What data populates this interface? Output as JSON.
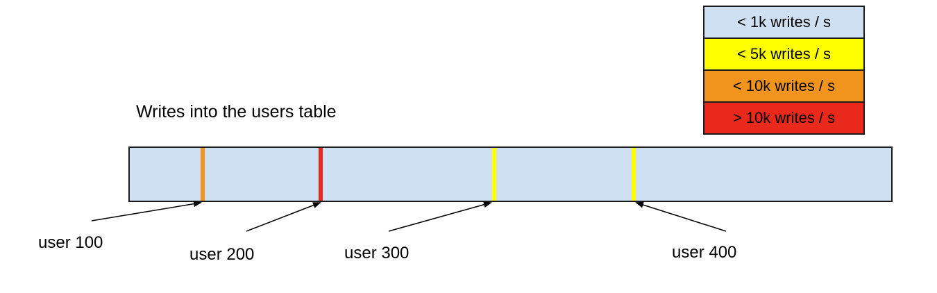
{
  "title": "Writes into the users table",
  "legend": {
    "items": [
      {
        "id": "under-1k",
        "label": "< 1k writes / s",
        "color": "#cfe0f3"
      },
      {
        "id": "under-5k",
        "label": "< 5k writes / s",
        "color": "#ffff00"
      },
      {
        "id": "under-10k",
        "label": "< 10k writes / s",
        "color": "#f0941e"
      },
      {
        "id": "over-10k",
        "label": "> 10k writes / s",
        "color": "#e8291c"
      }
    ]
  },
  "table": {
    "fill_color": "#cfe0f3",
    "border_color": "#1a1a1a",
    "markers": [
      {
        "label": "user 100",
        "rate": "< 10k writes / s",
        "color": "#f0941e",
        "position_percent": 9.7
      },
      {
        "label": "user 200",
        "rate": "> 10k writes / s",
        "color": "#e8291c",
        "position_percent": 25.2
      },
      {
        "label": "user 300",
        "rate": "< 5k writes / s",
        "color": "#ffff00",
        "position_percent": 47.9
      },
      {
        "label": "user 400",
        "rate": "< 5k writes / s",
        "color": "#ffff00",
        "position_percent": 66.1
      }
    ]
  }
}
